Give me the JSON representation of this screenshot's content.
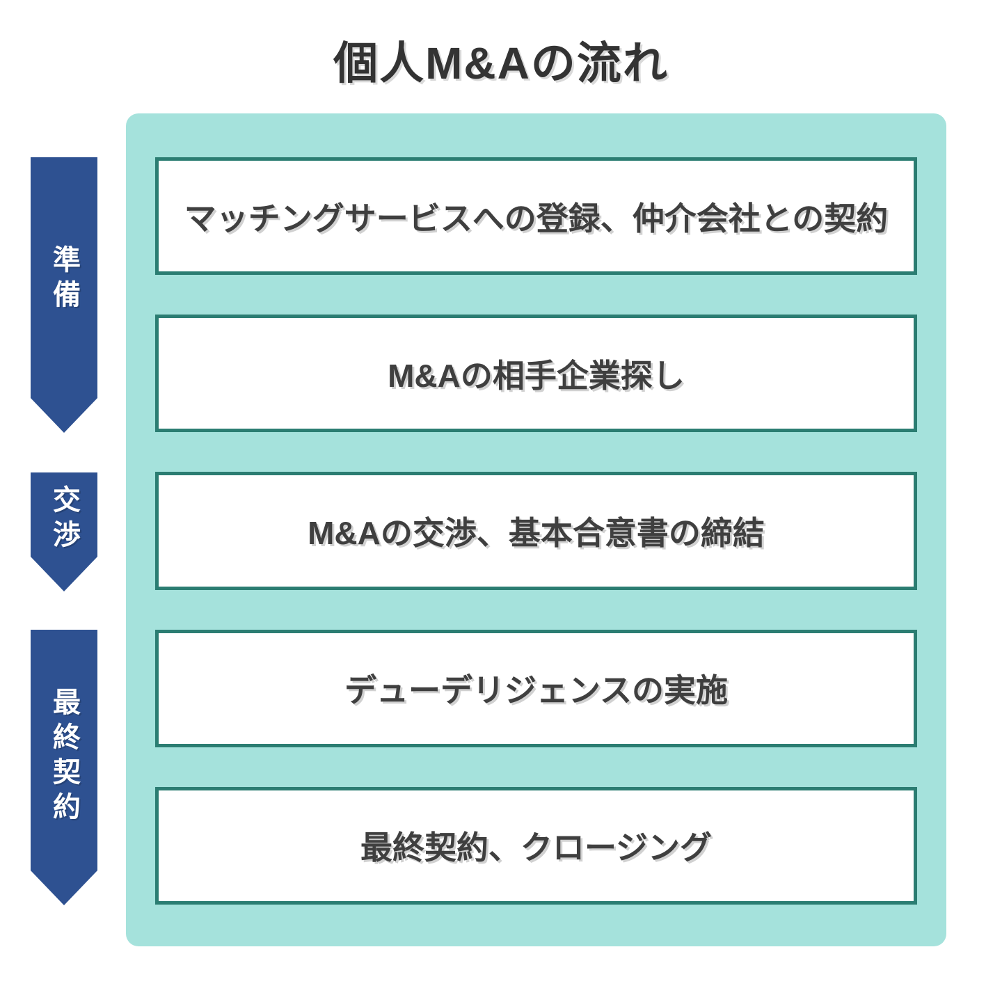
{
  "title": "個人M&Aの流れ",
  "colors": {
    "background": "#ffffff",
    "title_text": "#333333",
    "panel_bg": "#a5e2dc",
    "box_border": "#2b7d72",
    "box_bg": "#ffffff",
    "box_text": "#3f3f3f",
    "arrow_bg": "#2e5191",
    "arrow_text": "#ffffff"
  },
  "phases": [
    {
      "label": "準備",
      "steps_spanned": 2
    },
    {
      "label": "交渉",
      "steps_spanned": 1
    },
    {
      "label": "最終契約",
      "steps_spanned": 2
    }
  ],
  "steps": [
    {
      "label": "マッチングサービスへの登録、仲介会社との契約"
    },
    {
      "label": "M&Aの相手企業探し"
    },
    {
      "label": "M&Aの交渉、基本合意書の締結"
    },
    {
      "label": "デューデリジェンスの実施"
    },
    {
      "label": "最終契約、クロージング"
    }
  ]
}
